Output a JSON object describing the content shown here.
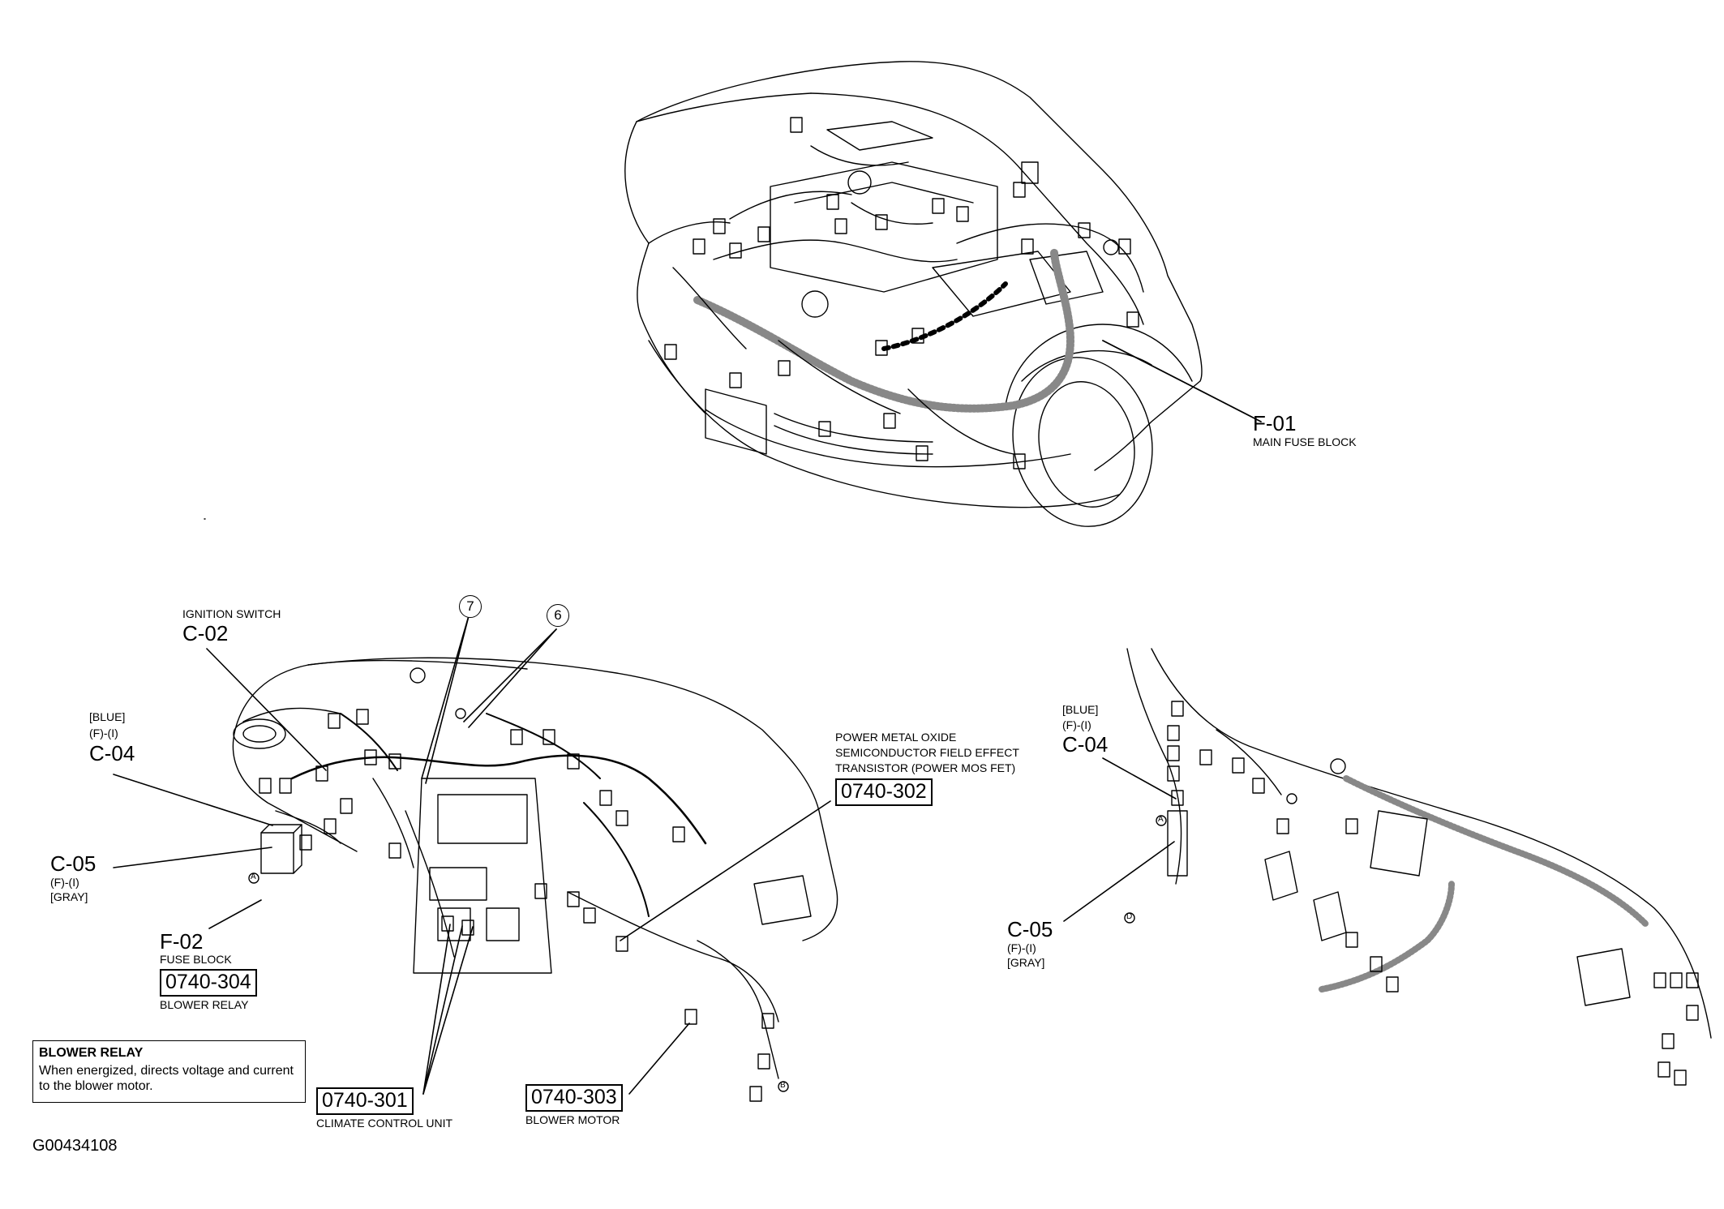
{
  "figure_id": "G00434108",
  "engine_view": {
    "main_fuse_block": {
      "code": "F-01",
      "name": "MAIN FUSE BLOCK"
    }
  },
  "dash_left_view": {
    "ignition_switch": {
      "name": "IGNITION SWITCH",
      "code": "C-02"
    },
    "c04": {
      "color": "[BLUE]",
      "conn": "(F)-(I)",
      "code": "C-04"
    },
    "c05": {
      "code": "C-05",
      "conn": "(F)-(I)",
      "color": "[GRAY]"
    },
    "fuse_block": {
      "code": "F-02",
      "name": "FUSE BLOCK"
    },
    "blower_relay_ref": {
      "ref": "0740-304",
      "name": "BLOWER RELAY"
    },
    "mosfet_ref": {
      "name_lines": [
        "POWER METAL OXIDE",
        "SEMICONDUCTOR FIELD EFFECT",
        "TRANSISTOR (POWER MOS FET)"
      ],
      "ref": "0740-302"
    },
    "climate_ref": {
      "ref": "0740-301",
      "name": "CLIMATE CONTROL UNIT"
    },
    "blower_motor_ref": {
      "ref": "0740-303",
      "name": "BLOWER MOTOR"
    },
    "callout_7": "7",
    "callout_6": "6",
    "marker_a": "A",
    "marker_b": "B"
  },
  "dash_right_view": {
    "c04": {
      "color": "[BLUE]",
      "conn": "(F)-(I)",
      "code": "C-04"
    },
    "c05": {
      "code": "C-05",
      "conn": "(F)-(I)",
      "color": "[GRAY]"
    },
    "marker_a": "A",
    "marker_d": "D"
  },
  "info_box": {
    "title": "BLOWER RELAY",
    "body": "When energized, directs voltage and current to the blower motor."
  }
}
